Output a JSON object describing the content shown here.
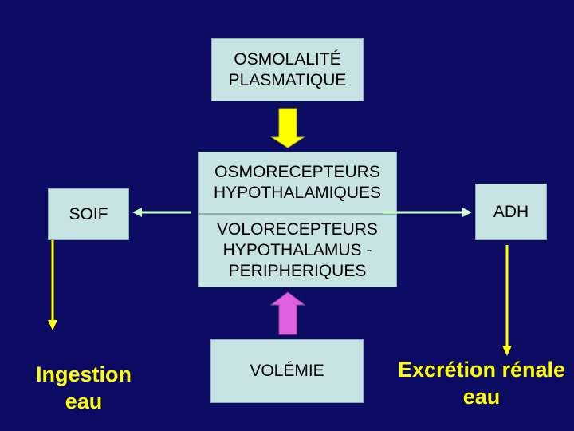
{
  "diagram": {
    "osmolalite": {
      "line1": "OSMOLALITÉ",
      "line2": "PLASMATIQUE"
    },
    "osmorecepteurs": {
      "line1": "OSMORECEPTEURS",
      "line2": "HYPOTHALAMIQUES"
    },
    "volorecepteurs": {
      "line1": "VOLORECEPTEURS",
      "line2": "HYPOTHALAMUS -",
      "line3": "PERIPHERIQUES"
    },
    "volemie": {
      "label": "VOLÉMIE"
    },
    "soif": {
      "label": "SOIF"
    },
    "adh": {
      "label": "ADH"
    },
    "ingestion": {
      "line1": "Ingestion",
      "line2": "eau"
    },
    "excretion": {
      "line1": "Excrétion rénale",
      "line2": "eau"
    }
  },
  "colors": {
    "background": "#0b0b63",
    "box_fill": "#c8e3e3",
    "yellow_arrow": "#ffff00",
    "pink_arrow": "#e060e0",
    "green_arrow": "#ccffcc",
    "result_text": "#ffff00"
  }
}
